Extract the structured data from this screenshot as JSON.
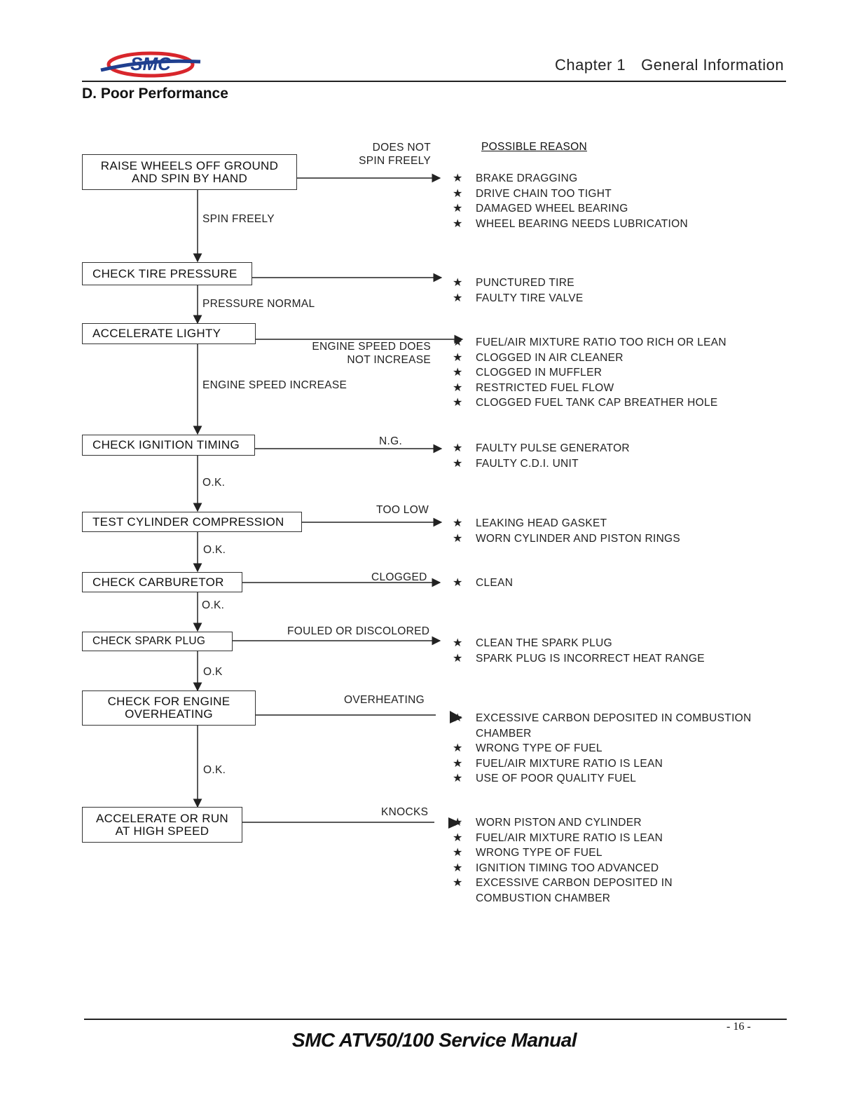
{
  "header": {
    "logo_text": "SMC",
    "chapter": "Chapter 1",
    "chapter_title": "General Information"
  },
  "section_title": "D. Poor Performance",
  "reasons_header": "POSSIBLE REASON",
  "steps": [
    {
      "label_lines": [
        "RAISE WHEELS OFF GROUND",
        "AND SPIN BY HAND"
      ],
      "fail_lines": [
        "DOES NOT",
        "SPIN FREELY"
      ],
      "pass": "SPIN FREELY",
      "reasons": [
        [
          "BRAKE DRAGGING"
        ],
        [
          "DRIVE CHAIN TOO TIGHT"
        ],
        [
          "DAMAGED WHEEL BEARING"
        ],
        [
          "WHEEL BEARING NEEDS LUBRICATION"
        ]
      ]
    },
    {
      "label_lines": [
        "CHECK TIRE PRESSURE"
      ],
      "fail_lines": [],
      "pass": "PRESSURE NORMAL",
      "reasons": [
        [
          "PUNCTURED TIRE"
        ],
        [
          "FAULTY TIRE VALVE"
        ]
      ]
    },
    {
      "label_lines": [
        "ACCELERATE LIGHTY"
      ],
      "fail_lines": [
        "ENGINE SPEED DOES",
        "NOT INCREASE"
      ],
      "pass": "ENGINE SPEED INCREASE",
      "reasons": [
        [
          "FUEL/AIR MIXTURE RATIO TOO RICH OR LEAN"
        ],
        [
          "CLOGGED IN AIR CLEANER"
        ],
        [
          "CLOGGED IN MUFFLER"
        ],
        [
          "RESTRICTED FUEL FLOW"
        ],
        [
          "CLOGGED FUEL TANK CAP BREATHER HOLE"
        ]
      ]
    },
    {
      "label_lines": [
        "CHECK IGNITION TIMING"
      ],
      "fail_lines": [
        "N.G."
      ],
      "pass": "O.K.",
      "reasons": [
        [
          "FAULTY PULSE GENERATOR"
        ],
        [
          "FAULTY C.D.I. UNIT"
        ]
      ]
    },
    {
      "label_lines": [
        "TEST CYLINDER COMPRESSION"
      ],
      "fail_lines": [
        "TOO LOW"
      ],
      "pass": "O.K.",
      "reasons": [
        [
          "LEAKING HEAD GASKET"
        ],
        [
          "WORN CYLINDER AND PISTON RINGS"
        ]
      ]
    },
    {
      "label_lines": [
        "CHECK CARBURETOR"
      ],
      "fail_lines": [
        "CLOGGED"
      ],
      "pass": "O.K.",
      "reasons": [
        [
          "CLEAN"
        ]
      ]
    },
    {
      "label_lines": [
        "CHECK SPARK PLUG"
      ],
      "fail_lines": [
        "FOULED OR DISCOLORED"
      ],
      "pass": "O.K",
      "reasons": [
        [
          "CLEAN THE SPARK PLUG"
        ],
        [
          "SPARK PLUG IS INCORRECT HEAT RANGE"
        ]
      ]
    },
    {
      "label_lines": [
        "CHECK FOR ENGINE",
        "OVERHEATING"
      ],
      "fail_lines": [
        "OVERHEATING"
      ],
      "pass": "O.K.",
      "reasons": [
        [
          "EXCESSIVE CARBON DEPOSITED IN COMBUSTION",
          "CHAMBER"
        ],
        [
          "WRONG TYPE OF FUEL"
        ],
        [
          "FUEL/AIR MIXTURE RATIO IS LEAN"
        ],
        [
          "USE OF POOR QUALITY FUEL"
        ]
      ]
    },
    {
      "label_lines": [
        "ACCELERATE OR RUN",
        "AT HIGH SPEED"
      ],
      "fail_lines": [
        "KNOCKS"
      ],
      "pass": "",
      "reasons": [
        [
          "WORN PISTON AND CYLINDER"
        ],
        [
          "FUEL/AIR MIXTURE RATIO IS LEAN"
        ],
        [
          "WRONG TYPE OF FUEL"
        ],
        [
          "IGNITION TIMING TOO ADVANCED"
        ],
        [
          "EXCESSIVE CARBON DEPOSITED IN",
          "COMBUSTION CHAMBER"
        ]
      ]
    }
  ],
  "footer": {
    "manual_title": "SMC ATV50/100 Service Manual",
    "page": "- 16 -"
  },
  "colors": {
    "logo_red": "#d8262c",
    "logo_blue": "#1f3f8f",
    "line": "#222222"
  }
}
